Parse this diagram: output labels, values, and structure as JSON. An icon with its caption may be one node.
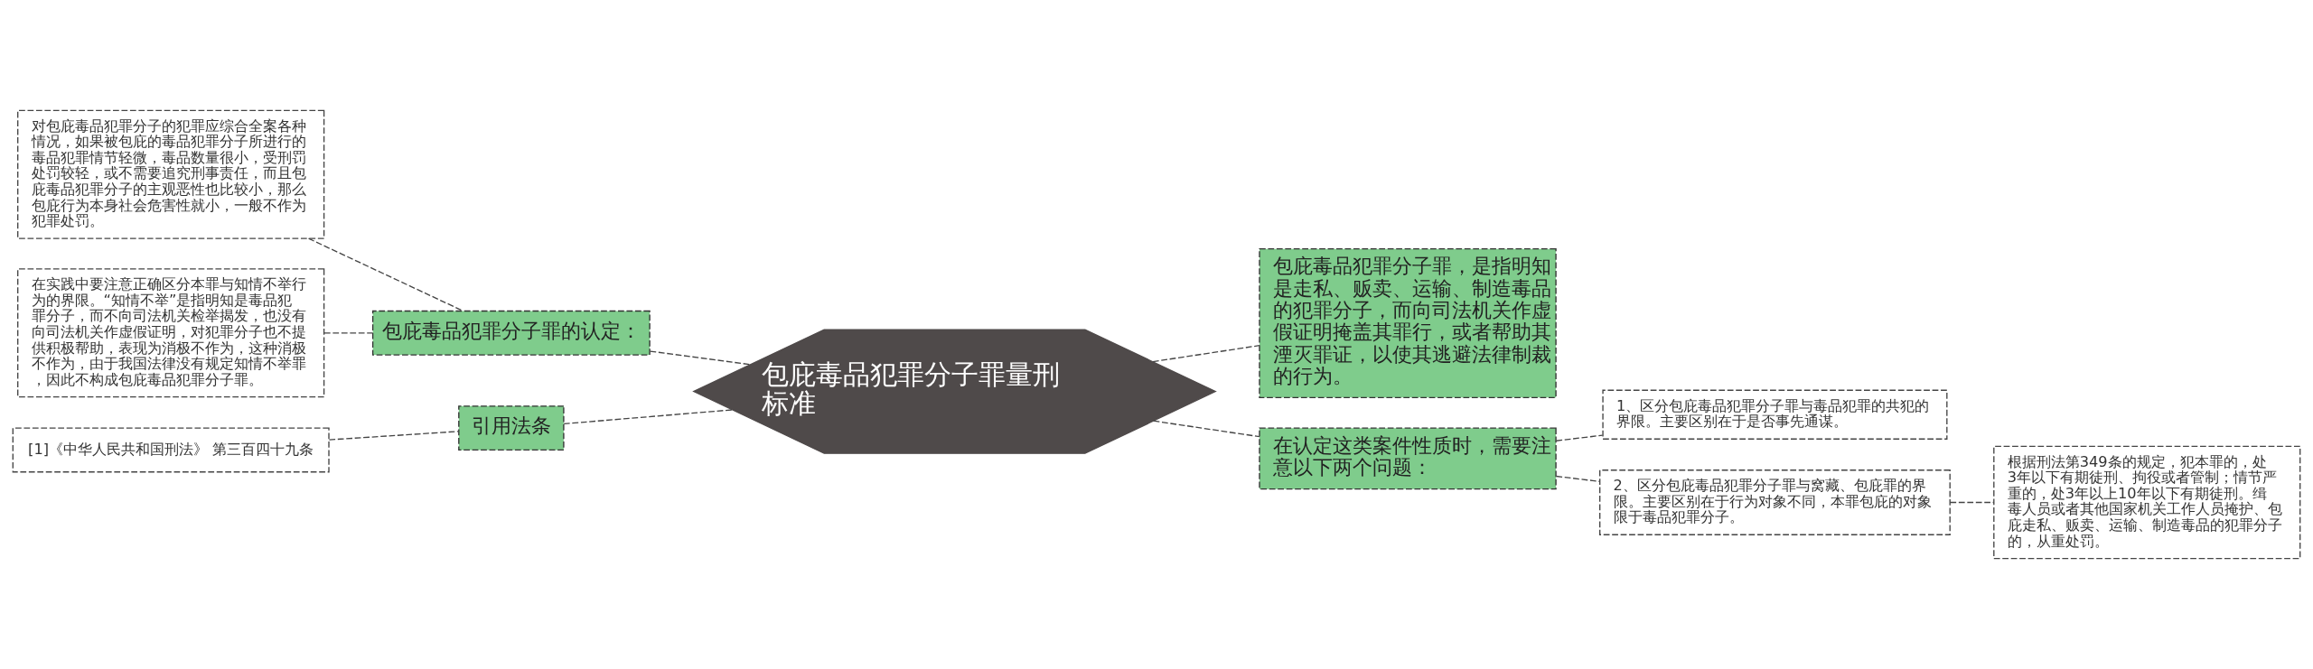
{
  "diagram": {
    "nodes": [
      {
        "text": [
          "包庇毒品犯罪分子罪量刑标准"
        ]
      },
      {
        "text": [
          "包庇毒品犯罪分子罪的认定："
        ]
      },
      {
        "text": [
          "对包庇毒品犯罪分子的犯罪应综合全案各种情况，如果被包庇的毒品犯罪分子所进行的毒品犯罪情节轻微，毒品数量很小，受刑罚处罚较轻，或不需要追究刑事责任，而且包庇毒品犯罪分子的主观恶性也比较小，那么包庇行为本身社会危害性就小，一般不作为犯罪处罚。"
        ]
      },
      {
        "text": [
          "在实践中要注意正确区分本罪与知情不举行为的界限。“知情不举”是指明知是毒品犯罪分子，而不向司法机关检举揭发，也没有向司法机关作虚假证明，对犯罪分子也不提供积极帮助，表现为消极不作为，这种消极不作为，由于我国法律没有规定知情不举罪，因此不构成包庇毒品犯罪分子罪。"
        ]
      },
      {
        "text": [
          "引用法条"
        ]
      },
      {
        "text": [
          "[1]《中华人民共和国刑法》 第三百四十九条"
        ]
      },
      {
        "text": [
          "包庇毒品犯罪分子罪，是指明知是走私、贩卖、运输、制造毒品的犯罪分子，而向司法机关作虚假证明掩盖其罪行，或者帮助其湮灭罪证，以使其逃避法律制裁的行为。"
        ]
      },
      {
        "text": [
          "在认定这类案件性质时，需要注意以下两个问题："
        ]
      },
      {
        "text": [
          "1、区分包庇毒品犯罪分子罪与毒品犯罪的共犯的界限。主要区别在于是否事先通谋。"
        ]
      },
      {
        "text": [
          "2、区分包庇毒品犯罪分子罪与窝藏、包庇罪的界限。主要区别在于行为对象不同，本罪包庇的对象限于毒品犯罪分子。"
        ]
      },
      {
        "text": [
          "根据刑法第349条的规定，犯本罪的，处3年以下有期徒刑、拘役或者管制；情节严重的，处3年以上10年以下有期徒刑。缉毒人员或者其他国家机关工作人员掩护、包庇走私、贩卖、运输、制造毒品的犯罪分子的，从重处罚。"
        ]
      }
    ],
    "edges": [
      {
        "from": 2,
        "to": 1,
        "arrow": "none",
        "style": "dashed"
      },
      {
        "from": 3,
        "to": 1,
        "arrow": "none",
        "style": "dashed"
      },
      {
        "from": 1,
        "to": 0,
        "arrow": "none",
        "style": "dashed"
      },
      {
        "from": 5,
        "to": 4,
        "arrow": "none",
        "style": "dashed"
      },
      {
        "from": 4,
        "to": 0,
        "arrow": "none",
        "style": "dashed"
      },
      {
        "from": 0,
        "to": 6,
        "arrow": "none",
        "style": "dashed"
      },
      {
        "from": 0,
        "to": 7,
        "arrow": "none",
        "style": "dashed"
      },
      {
        "from": 7,
        "to": 8,
        "arrow": "none",
        "style": "dashed"
      },
      {
        "from": 7,
        "to": 9,
        "arrow": "none",
        "style": "dashed"
      },
      {
        "from": 9,
        "to": 10,
        "arrow": "none",
        "style": "dashed"
      }
    ]
  }
}
